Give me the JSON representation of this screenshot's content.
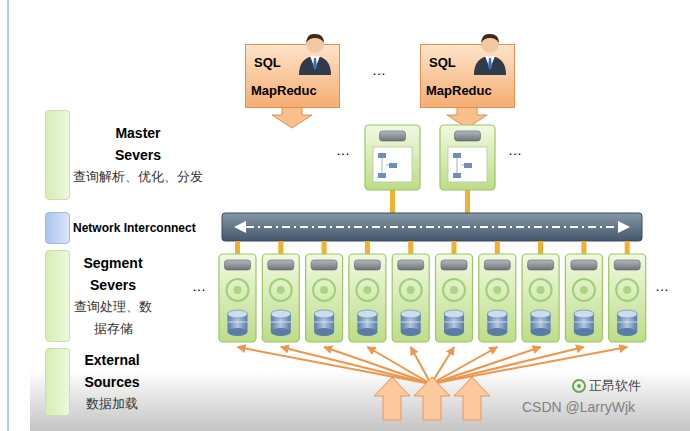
{
  "diagram": {
    "nodes": [
      {
        "text": [
          "SQL",
          "MapReduc"
        ]
      },
      {
        "text": [
          "SQL",
          "MapReduc"
        ]
      },
      {
        "text": [
          "Master Severs",
          "查询解析、优化、分发"
        ]
      },
      {
        "text": [
          "Network Interconnect"
        ]
      },
      {
        "text": [
          "Segment Severs",
          "查询处理、数据存储"
        ]
      },
      {
        "text": [
          "External Sources",
          "数据加载"
        ]
      }
    ],
    "labels": [
      "…",
      "…",
      "…",
      "…",
      "…",
      "正昂软件",
      "CSDN @LarryWjk"
    ]
  }
}
